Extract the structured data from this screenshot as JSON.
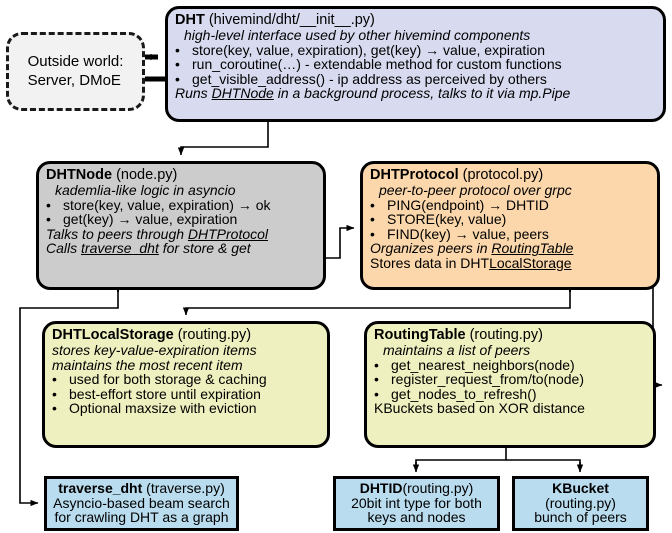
{
  "diagram": {
    "title": "hivemind DHT architecture",
    "colors": {
      "outside_world": "#f2f2f2",
      "dht": "#d8dbf0",
      "dhtnode": "#cccccc",
      "dhtprotocol": "#fbd7ab",
      "dhtlocalstorage": "#eff0bf",
      "routingtable": "#eff0bf",
      "leaf": "#b9dcee",
      "stroke": "#000000"
    }
  },
  "outside_world": {
    "name": "Outside world box",
    "line1": "Outside world:",
    "line2": "Server, DMoE",
    "style": "dashed"
  },
  "dht": {
    "title_bold": "DHT",
    "title_rest": " (hivemind/dht/__init__.py)",
    "subtitle": "high-level interface used by other hivemind components",
    "bullets": [
      "store(key, value, expiration), get(key) → value, expiration",
      "run_coroutine(…) - extendable method for custom functions",
      "get_visible_address() - ip address as perceived by others"
    ],
    "footer_pre": "Runs ",
    "footer_link": "DHTNode",
    "footer_post": " in a background process, talks to it via mp.Pipe"
  },
  "dhtnode": {
    "title_bold": "DHTNode",
    "title_rest": " (node.py)",
    "subtitle": "kademlia-like logic in asyncio",
    "bullets": [
      "store(key, value, expiration) → ok",
      "get(key) → value, expiration"
    ],
    "footer1_pre": "Talks to peers through ",
    "footer1_link": "DHTProtocol",
    "footer2_pre": "Calls ",
    "footer2_link": "traverse_dht",
    "footer2_post": " for store & get"
  },
  "dhtprotocol": {
    "title_bold": "DHTProtocol",
    "title_rest": " (protocol.py)",
    "subtitle": "peer-to-peer protocol over grpc",
    "bullets": [
      "PING(endpoint) → DHTID",
      "STORE(key, value)",
      "FIND(key) → value, peers"
    ],
    "footer1_pre": "Organizes peers in ",
    "footer1_link": "RoutingTable",
    "footer2_pre": "Stores data in DHT",
    "footer2_link": "LocalStorage"
  },
  "dhtlocalstorage": {
    "title_bold": "DHTLocalStorage",
    "title_rest": " (routing.py)",
    "subtitle1": "stores key-value-expiration items",
    "subtitle2": "maintains the most recent item",
    "bullets": [
      "used for both storage & caching",
      "best-effort store until expiration",
      "Optional maxsize with eviction"
    ]
  },
  "routingtable": {
    "title_bold": "RoutingTable",
    "title_rest": " (routing.py)",
    "subtitle": "maintains a list of peers",
    "bullets": [
      "get_nearest_neighbors(node)",
      "register_request_from/to(node)",
      "get_nodes_to_refresh()"
    ],
    "footer": "KBuckets based on XOR distance"
  },
  "traverse_dht": {
    "title_bold": "traverse_dht",
    "title_rest": " (traverse.py)",
    "line1": "Asyncio-based beam search",
    "line2": "for crawling DHT as a graph"
  },
  "dhtid": {
    "title_bold": "DHTID",
    "title_rest": "(routing.py)",
    "line1": "20bit int type for both",
    "line2": "keys and nodes"
  },
  "kbucket": {
    "title_bold": "KBucket",
    "line1": "(routing.py)",
    "line2": "bunch of peers"
  },
  "connectors": [
    {
      "from": "outside-world",
      "to": "dht",
      "kind": "arrow-right"
    },
    {
      "from": "dht",
      "to": "outside-world",
      "kind": "arrow-left"
    },
    {
      "from": "dht.DHTNode-link",
      "to": "dhtnode",
      "kind": "elbow-arrow"
    },
    {
      "from": "dhtnode.DHTProtocol-link",
      "to": "dhtprotocol",
      "kind": "elbow-arrow"
    },
    {
      "from": "dhtnode.traverse_dht-link",
      "to": "traverse_dht",
      "kind": "elbow-arrow"
    },
    {
      "from": "dhtprotocol.LocalStorage-link",
      "to": "dhtlocalstorage",
      "kind": "elbow-arrow"
    },
    {
      "from": "dhtprotocol.RoutingTable-link",
      "to": "routingtable",
      "kind": "elbow-arrow"
    },
    {
      "from": "routingtable",
      "to": "dhtid",
      "kind": "fork-arrow"
    },
    {
      "from": "routingtable",
      "to": "kbucket",
      "kind": "fork-arrow"
    }
  ]
}
